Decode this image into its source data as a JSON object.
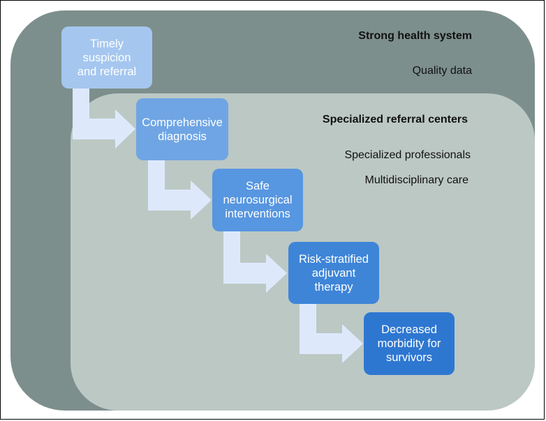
{
  "outer_region": {
    "title": "Strong health system",
    "items": [
      "Quality data"
    ]
  },
  "inner_region": {
    "title": "Specialized referral centers",
    "items": [
      "Specialized professionals",
      "Multidisciplinary care"
    ]
  },
  "steps": [
    {
      "label": "Timely\nsuspicion\nand referral"
    },
    {
      "label": "Comprehensive\ndiagnosis"
    },
    {
      "label": "Safe\nneurosurgical\ninterventions"
    },
    {
      "label": "Risk-stratified\nadjuvant\ntherapy"
    },
    {
      "label": "Decreased\nmorbidity for\nsurvivors"
    }
  ],
  "colors": {
    "outer": "#7d8f8c",
    "inner": "#bcc8c4",
    "arrow": "#dde9fb",
    "step1": "#a5c7ef",
    "step5": "#2e77d1"
  }
}
